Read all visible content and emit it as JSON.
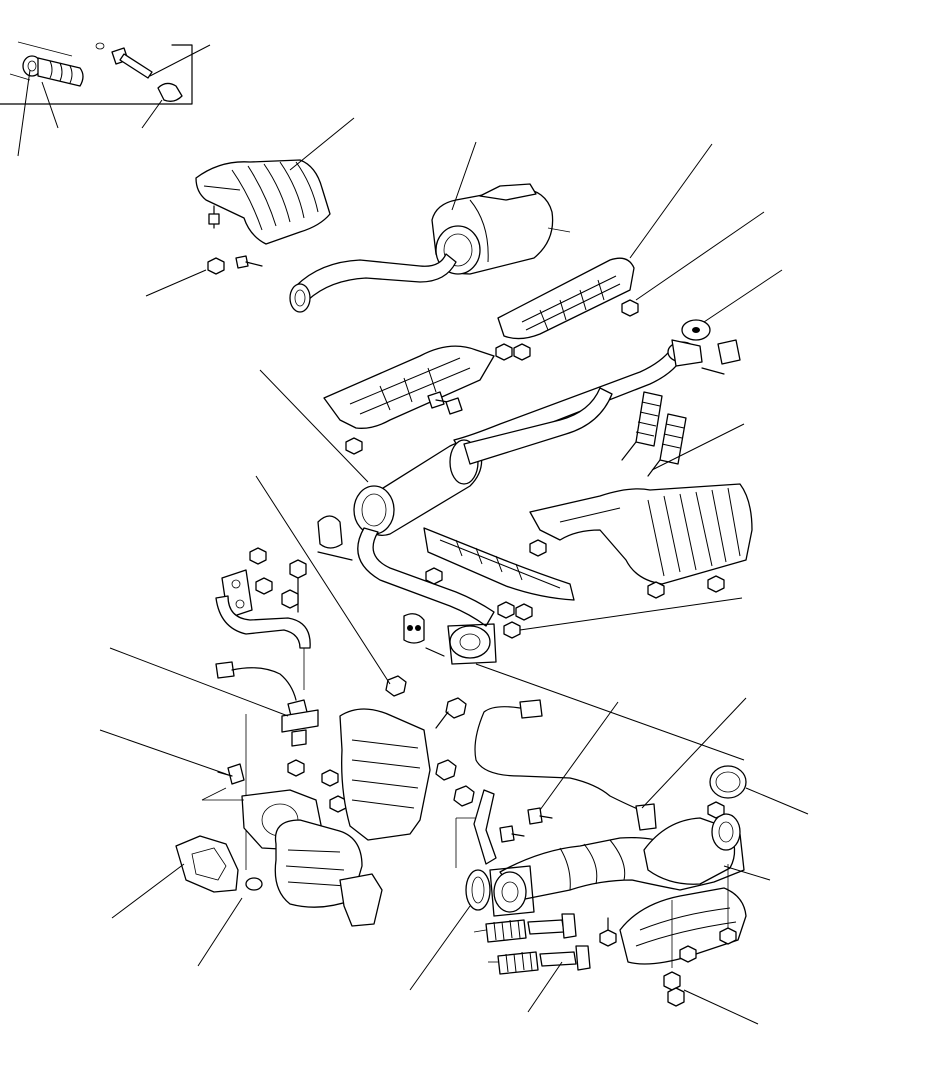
{
  "figure": {
    "description_visible_text": "",
    "labels": []
  },
  "parts": [
    {
      "id": "tailpipe-inset",
      "icon": "tailpipe-tip-icon"
    },
    {
      "id": "upper-heat-shield-rear",
      "icon": "heat-shield-icon"
    },
    {
      "id": "muffler-rear",
      "icon": "muffler-icon"
    },
    {
      "id": "heat-shield-middle-right",
      "icon": "heat-shield-icon"
    },
    {
      "id": "exhaust-pipe-b",
      "icon": "exhaust-pipe-icon"
    },
    {
      "id": "rubber-mount",
      "icon": "rubber-mount-icon"
    },
    {
      "id": "heat-shield-center",
      "icon": "heat-shield-icon"
    },
    {
      "id": "resonator",
      "icon": "resonator-icon"
    },
    {
      "id": "floor-heat-shield",
      "icon": "heat-shield-icon"
    },
    {
      "id": "spring-bolts",
      "icon": "spring-bolt-icon"
    },
    {
      "id": "oxygen-sensor-primary",
      "icon": "oxygen-sensor-icon"
    },
    {
      "id": "catalytic-converter-primary",
      "icon": "catalytic-converter-icon"
    },
    {
      "id": "converter-heat-shield",
      "icon": "heat-shield-icon"
    },
    {
      "id": "gasket-manifold",
      "icon": "gasket-icon"
    },
    {
      "id": "oxygen-sensor-secondary",
      "icon": "oxygen-sensor-icon"
    },
    {
      "id": "exhaust-pipe-a",
      "icon": "exhaust-pipe-icon"
    },
    {
      "id": "gasket-ring",
      "icon": "gasket-icon"
    },
    {
      "id": "lower-heat-shield",
      "icon": "heat-shield-icon"
    },
    {
      "id": "flange-nuts",
      "icon": "nut-icon"
    }
  ]
}
